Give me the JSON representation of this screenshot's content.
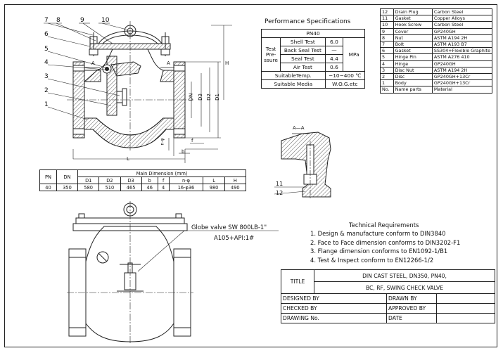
{
  "perf": {
    "title": "Performance Specifications",
    "pn": "PN40",
    "test_label": [
      "Test",
      "Pre-",
      "ssure"
    ],
    "rows": [
      {
        "name": "Shell Test",
        "value": "6.0"
      },
      {
        "name": "Back Seal Test",
        "value": "—"
      },
      {
        "name": "Seal Test",
        "value": "4.4"
      },
      {
        "name": "Air Test",
        "value": "0.6"
      }
    ],
    "unit": "MPa",
    "temp_label": "SuitableTemp.",
    "temp_value": "−10−400 ℃",
    "media_label": "Suitable Media",
    "media_value": "W.O.G.etc"
  },
  "parts": {
    "rows": [
      {
        "no": "12",
        "name": "Drain Plug",
        "material": "Carbon Steel"
      },
      {
        "no": "11",
        "name": "Gasket",
        "material": "Copper Alloys"
      },
      {
        "no": "10",
        "name": "Hook Screw",
        "material": "Carbon Steel"
      },
      {
        "no": "9",
        "name": "Cover",
        "material": "GP240GH"
      },
      {
        "no": "8",
        "name": "Nut",
        "material": "ASTM A194 2H"
      },
      {
        "no": "7",
        "name": "Bolt",
        "material": "ASTM A193 B7"
      },
      {
        "no": "6",
        "name": "Gasket",
        "material": "SS304+Flexible Graphite"
      },
      {
        "no": "5",
        "name": "Hinge Pin",
        "material": "ASTM A276 410"
      },
      {
        "no": "4",
        "name": "Hinge",
        "material": "GP240GH"
      },
      {
        "no": "3",
        "name": "Disc Nut",
        "material": "ASTM A194 2H"
      },
      {
        "no": "2",
        "name": "Disc",
        "material": "GP240GH+13Cr"
      },
      {
        "no": "1",
        "name": "Body",
        "material": "GP240GH+13Cr"
      }
    ],
    "header": {
      "no": "No.",
      "name": "Name parts",
      "material": "Material"
    }
  },
  "dimensions": {
    "group_header": "Main Dimension (mm)",
    "headers": [
      "PN",
      "DN",
      "D1",
      "D2",
      "D3",
      "b",
      "f",
      "n-φ",
      "L",
      "H"
    ],
    "values": [
      "40",
      "350",
      "580",
      "510",
      "465",
      "46",
      "4",
      "16-φ36",
      "980",
      "490"
    ]
  },
  "requirements": {
    "title": "Technical Requirements",
    "items": [
      "1. Design & manufacture conform to DIN3840",
      "2. Face to Face dimension conforms to DIN3202-F1",
      "3. Flange dimension conforms to EN1092-1/B1",
      "4. Test & Inspect conform to EN12266-1/2"
    ]
  },
  "title_block": {
    "title_label": "TITLE",
    "title_line1": "DIN CAST STEEL, DN350, PN40,",
    "title_line2": "BC, RF, SWING CHECK VALVE",
    "designed_by": "DESIGNED BY",
    "drawn_by": "DRAWN BY",
    "checked_by": "CHECKED BY",
    "approved_by": "APPROVED BY",
    "drawing_no": "DRAWING No.",
    "date": "DATE"
  },
  "drawing": {
    "callouts": [
      "7",
      "8",
      "9",
      "10",
      "6",
      "5",
      "4",
      "3",
      "2",
      "1"
    ],
    "section_mark": "A",
    "section_title": "A—A",
    "detail_callouts": [
      "11",
      "12"
    ],
    "dim_labels": {
      "H": "H",
      "DN": "DN",
      "D3": "D3",
      "D2": "D2",
      "D1": "D1",
      "L": "L",
      "b": "b",
      "f": "f",
      "n": "n-φ"
    },
    "globe_note_1": "Globe valve SW 800LB-1\"",
    "globe_note_2": "A105+API:1#"
  }
}
